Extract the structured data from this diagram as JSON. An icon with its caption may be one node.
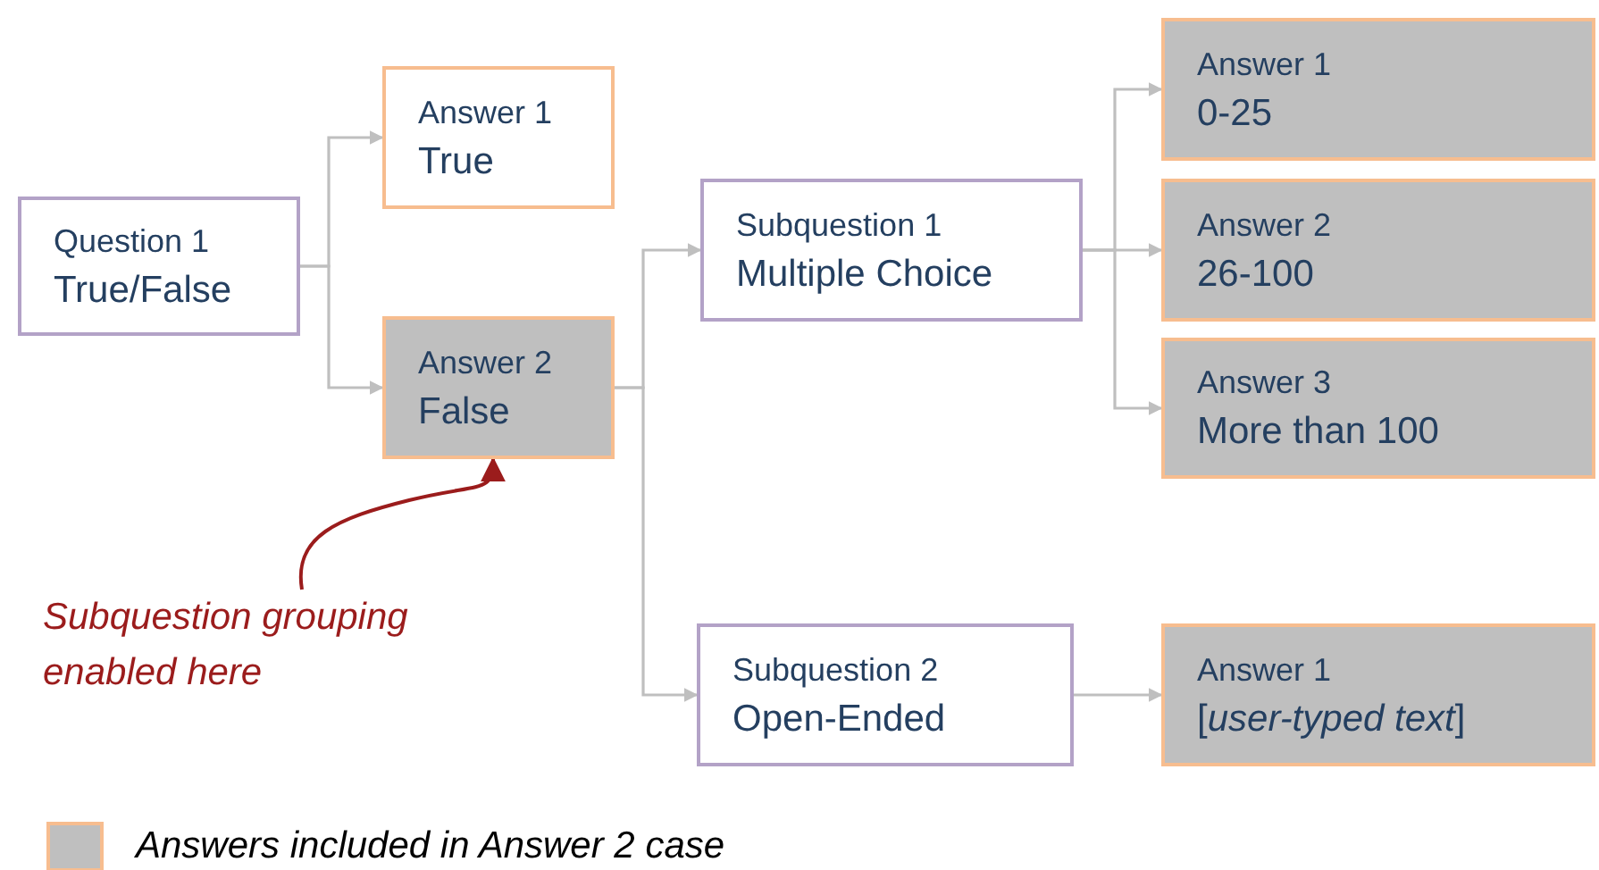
{
  "diagram": {
    "nodes": [
      {
        "text": [
          "Question 1",
          "True/False"
        ]
      },
      {
        "text": [
          "Answer 1",
          "True"
        ]
      },
      {
        "text": [
          "Answer 2",
          "False"
        ]
      },
      {
        "text": [
          "Subquestion 1",
          "Multiple Choice"
        ]
      },
      {
        "text": [
          "Answer 1",
          "0-25"
        ]
      },
      {
        "text": [
          "Answer 2",
          "26-100"
        ]
      },
      {
        "text": [
          "Answer 3",
          "More than 100"
        ]
      },
      {
        "text": [
          "Subquestion 2",
          "Open-Ended"
        ]
      },
      {
        "text": [
          "Answer 1",
          "[*user-typed text*]"
        ]
      },
      {
        "text": [
          "Subquestion grouping enabled here"
        ]
      }
    ],
    "edges": [
      {
        "from": 0,
        "to": 1,
        "arrow": "to"
      },
      {
        "from": 0,
        "to": 2,
        "arrow": "to"
      },
      {
        "from": 2,
        "to": 3,
        "arrow": "to"
      },
      {
        "from": 2,
        "to": 7,
        "arrow": "to"
      },
      {
        "from": 3,
        "to": 4,
        "arrow": "to"
      },
      {
        "from": 3,
        "to": 5,
        "arrow": "to"
      },
      {
        "from": 3,
        "to": 6,
        "arrow": "to"
      },
      {
        "from": 7,
        "to": 8,
        "arrow": "to"
      },
      {
        "from": 9,
        "to": 2,
        "arrow": "to",
        "color": "#9b1c1c"
      }
    ],
    "legend": [
      {
        "text": "Answers included in Answer 2 case",
        "color": "#bfbfbf"
      }
    ]
  }
}
